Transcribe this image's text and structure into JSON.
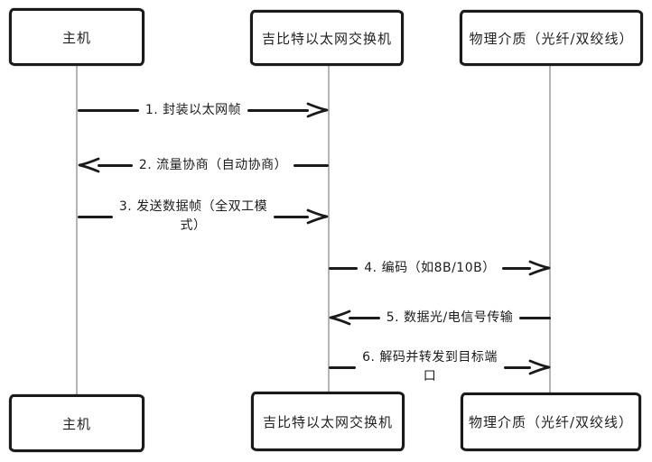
{
  "diagram": {
    "type": "sequence-diagram",
    "colors": {
      "stroke": "#1a1a1a",
      "lifeline": "#b5b5b5",
      "background": "#ffffff"
    },
    "actors": [
      {
        "label": "主机"
      },
      {
        "label": "吉比特以太网交换机"
      },
      {
        "label": "物理介质（光纤/双绞线）"
      }
    ],
    "messages": [
      {
        "lines": [
          "1. 封装以太网帧"
        ],
        "direction": "right",
        "from": "主机",
        "to": "吉比特以太网交换机"
      },
      {
        "lines": [
          "2. 流量协商（自动协商）"
        ],
        "direction": "left",
        "from": "吉比特以太网交换机",
        "to": "主机"
      },
      {
        "lines": [
          "3. 发送数据帧（全双工模",
          "式）"
        ],
        "direction": "right",
        "from": "主机",
        "to": "吉比特以太网交换机"
      },
      {
        "lines": [
          "4. 编码（如8B/10B）"
        ],
        "direction": "right",
        "from": "吉比特以太网交换机",
        "to": "物理介质（光纤/双绞线）"
      },
      {
        "lines": [
          "5. 数据光/电信号传输"
        ],
        "direction": "left",
        "from": "物理介质（光纤/双绞线）",
        "to": "吉比特以太网交换机"
      },
      {
        "lines": [
          "6. 解码并转发到目标端",
          "口"
        ],
        "direction": "right",
        "from": "吉比特以太网交换机",
        "to": "物理介质（光纤/双绞线）"
      }
    ]
  }
}
